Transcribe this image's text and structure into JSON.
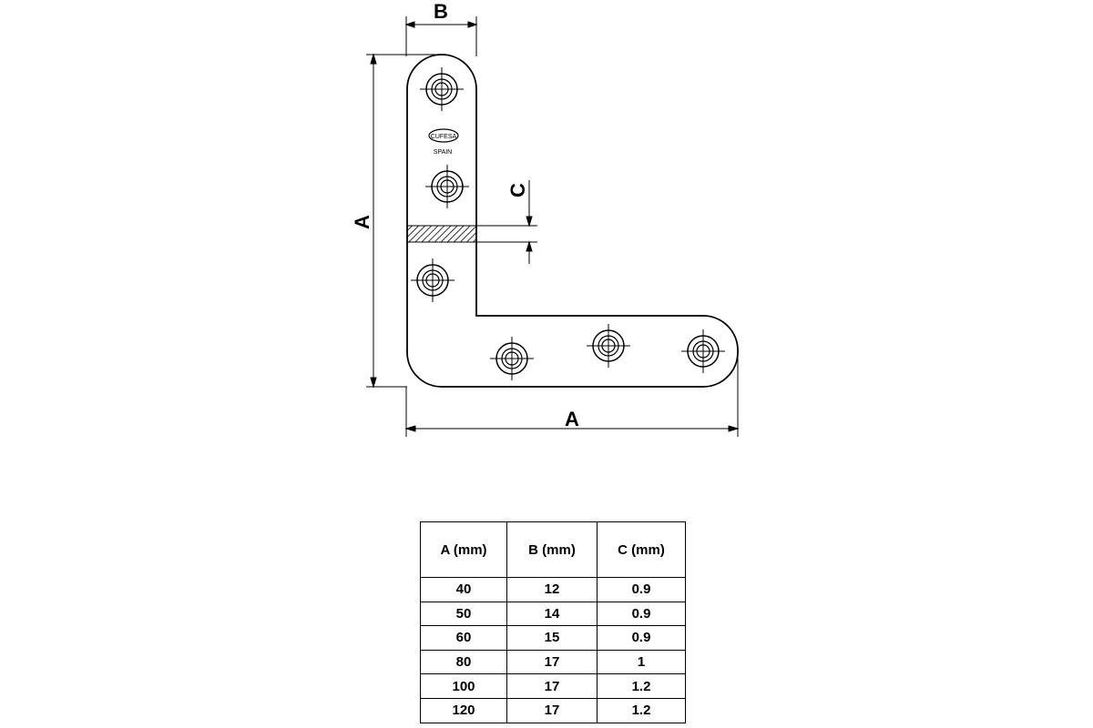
{
  "drawing": {
    "labels": {
      "width_label": "B",
      "height_label": "A",
      "length_label": "A",
      "thickness_label": "C"
    },
    "logo_text": "CUFESA",
    "origin_text": "SPAIN",
    "holes": 6
  },
  "table": {
    "headers": [
      "A (mm)",
      "B (mm)",
      "C (mm)"
    ],
    "rows": [
      [
        "40",
        "12",
        "0.9"
      ],
      [
        "50",
        "14",
        "0.9"
      ],
      [
        "60",
        "15",
        "0.9"
      ],
      [
        "80",
        "17",
        "1"
      ],
      [
        "100",
        "17",
        "1.2"
      ],
      [
        "120",
        "17",
        "1.2"
      ]
    ]
  }
}
